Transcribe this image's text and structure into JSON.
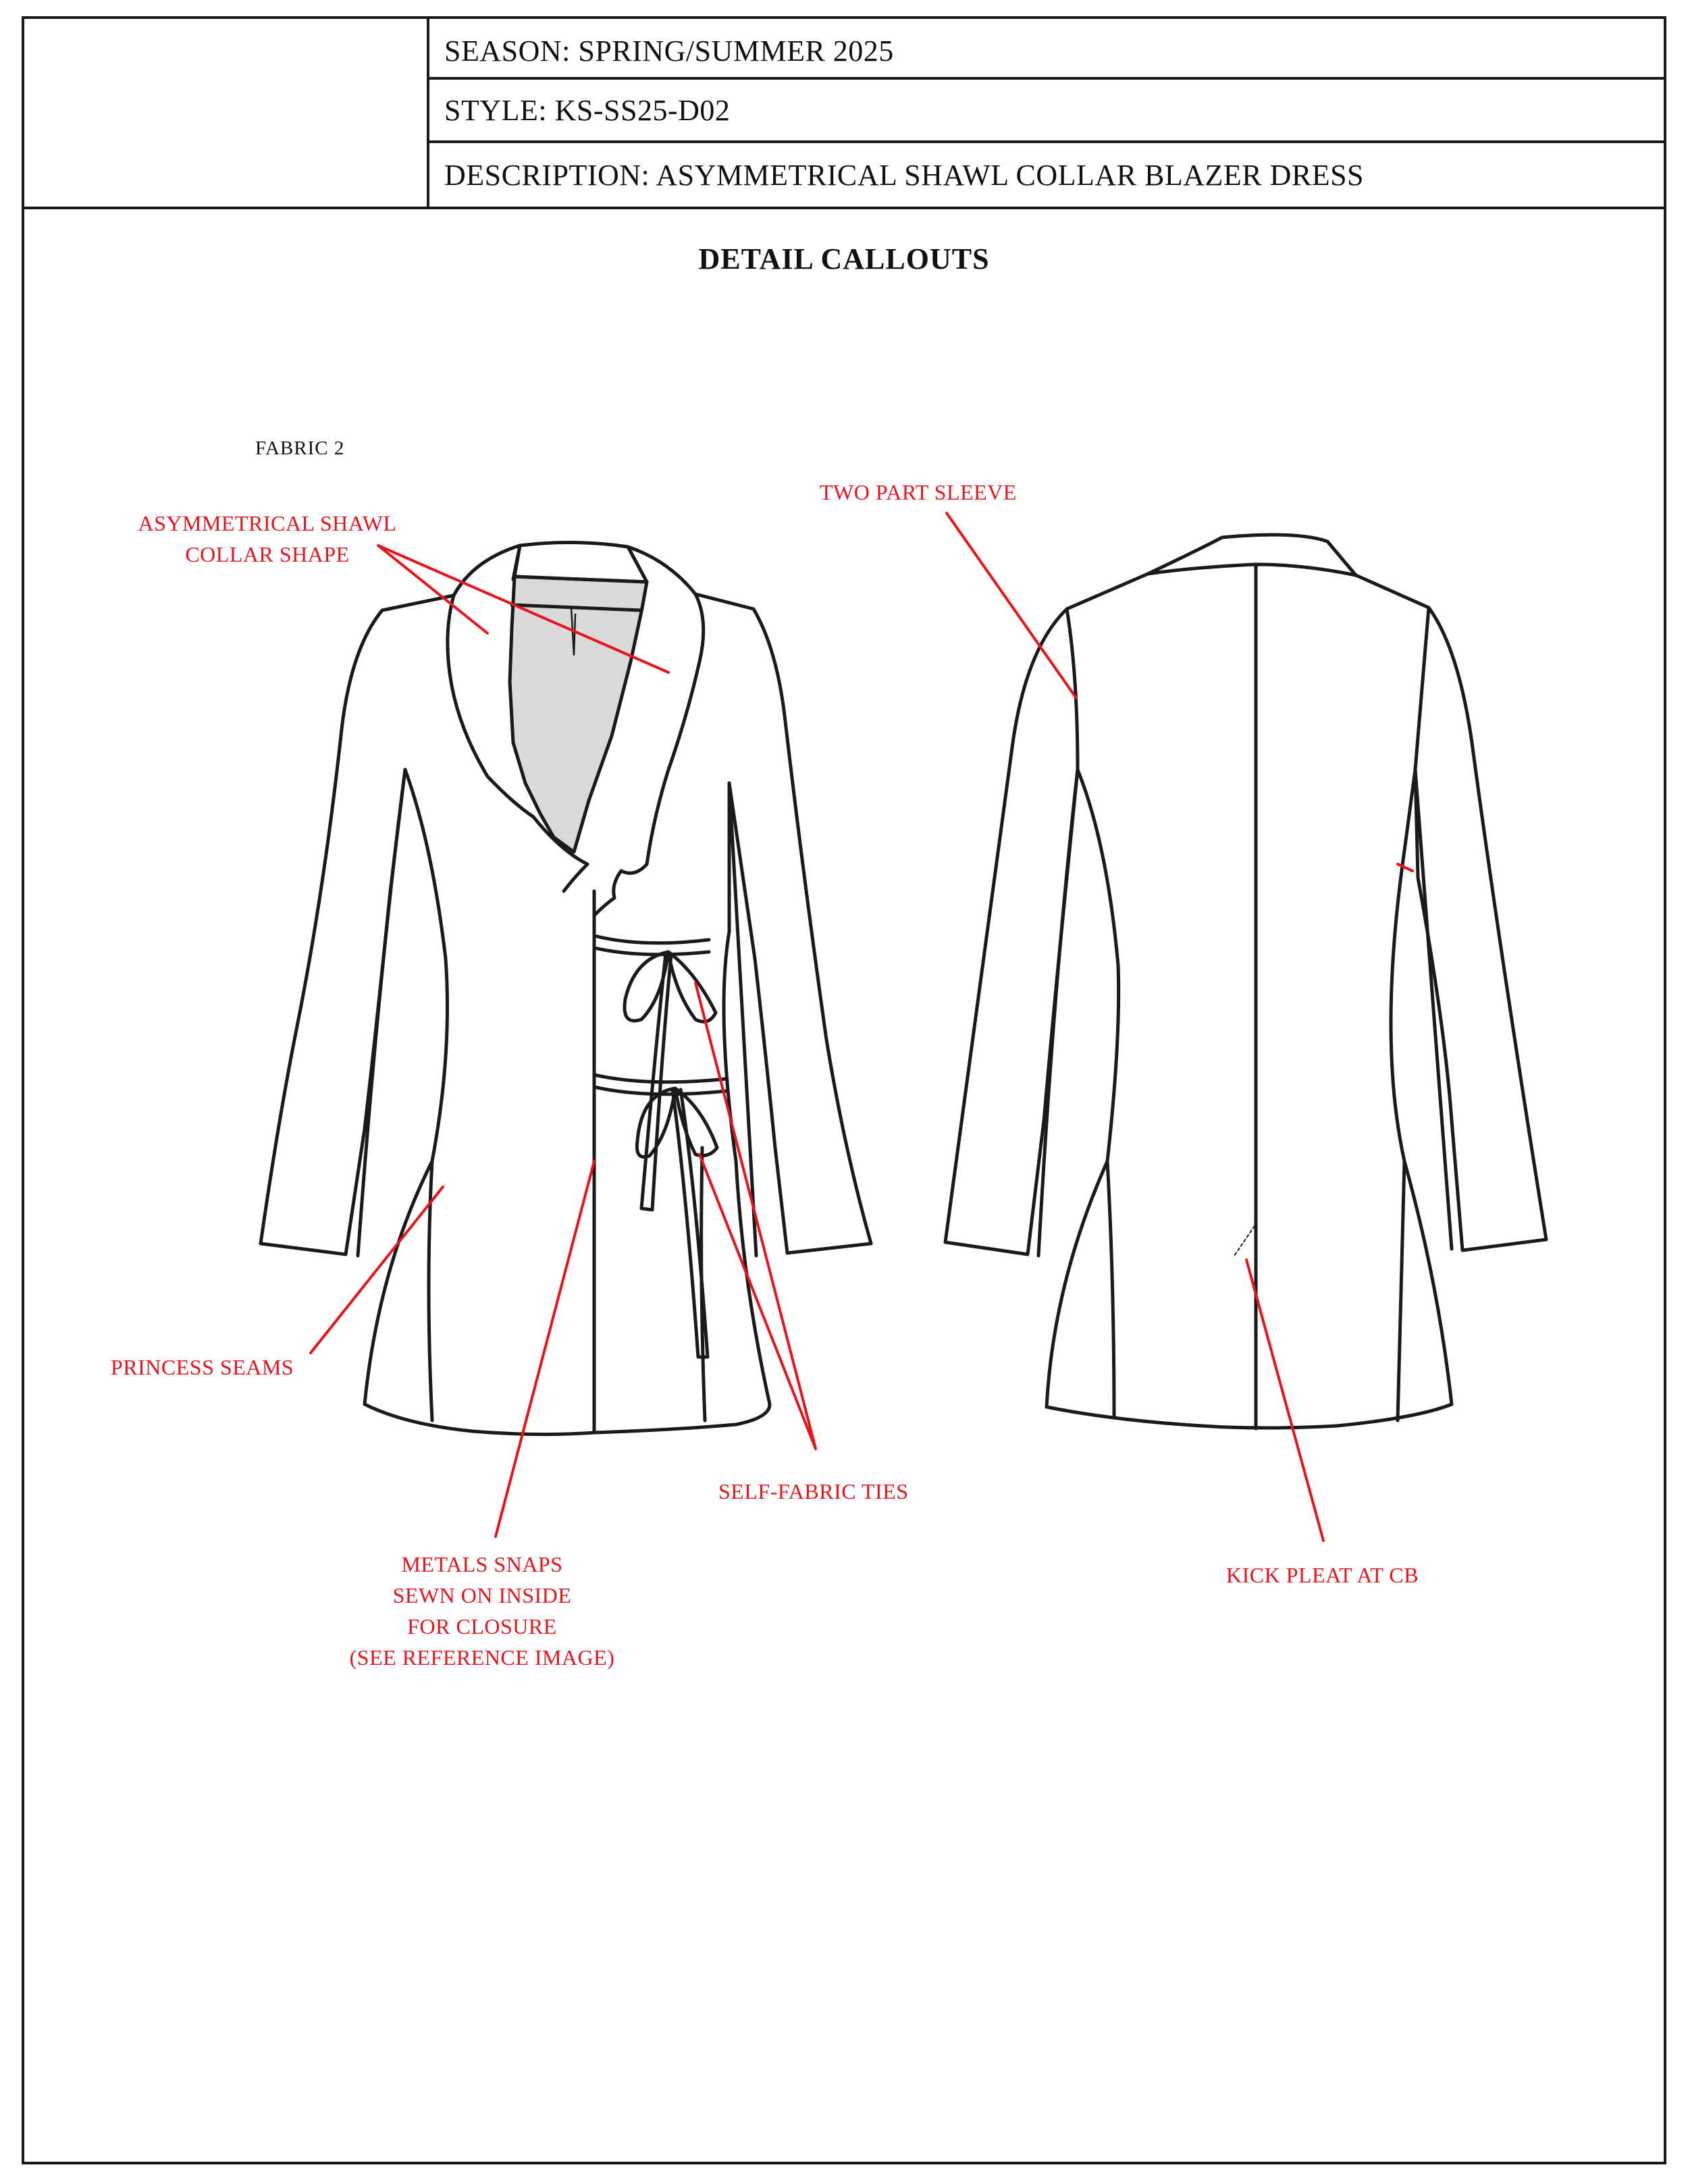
{
  "header": {
    "season": "SEASON: SPRING/SUMMER 2025",
    "style": "STYLE: KS-SS25-D02",
    "description": "DESCRIPTION: ASYMMETRICAL SHAWL COLLAR BLAZER DRESS"
  },
  "section_title": "DETAIL CALLOUTS",
  "fabric_label": "FABRIC 2",
  "callouts": {
    "collar": [
      "ASYMMETRICAL SHAWL",
      "COLLAR SHAPE"
    ],
    "sleeve": "TWO PART SLEEVE",
    "princess": "PRINCESS SEAMS",
    "ties": "SELF-FABRIC TIES",
    "snaps": [
      "METALS SNAPS",
      "SEWN ON INSIDE",
      "FOR CLOSURE",
      "(SEE REFERENCE IMAGE)"
    ],
    "kick_pleat": "KICK PLEAT AT CB"
  },
  "colors": {
    "callout": "#e8141c",
    "outline": "#1a1a1a",
    "lining": "#d9d9d9"
  }
}
